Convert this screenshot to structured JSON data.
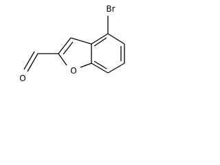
{
  "molecule": {
    "atoms": {
      "bromine": "Br",
      "carbonyl_oxygen": "O",
      "ring_oxygen": "O"
    }
  },
  "colors": {
    "bond": "#000000",
    "label": "#000000",
    "background": "#ffffff"
  }
}
